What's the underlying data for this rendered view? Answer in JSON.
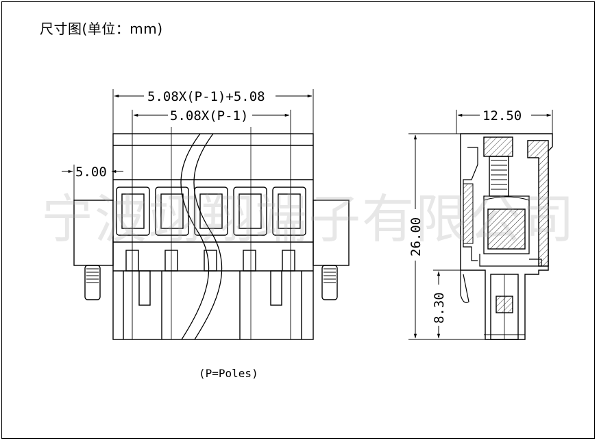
{
  "title": "尺寸图(单位：mm)",
  "watermark": "宁波翊翔端子有限公司",
  "note": "(P=Poles)",
  "front_view": {
    "dim_overall": "5.08X(P-1)+5.08",
    "dim_pitch_span": "5.08X(P-1)",
    "dim_flange": "5.00"
  },
  "side_view": {
    "dim_depth": "12.50",
    "dim_height": "26.00",
    "dim_pin": "8.30"
  },
  "colors": {
    "line": "#000000",
    "watermark": "#b0b0b0"
  }
}
